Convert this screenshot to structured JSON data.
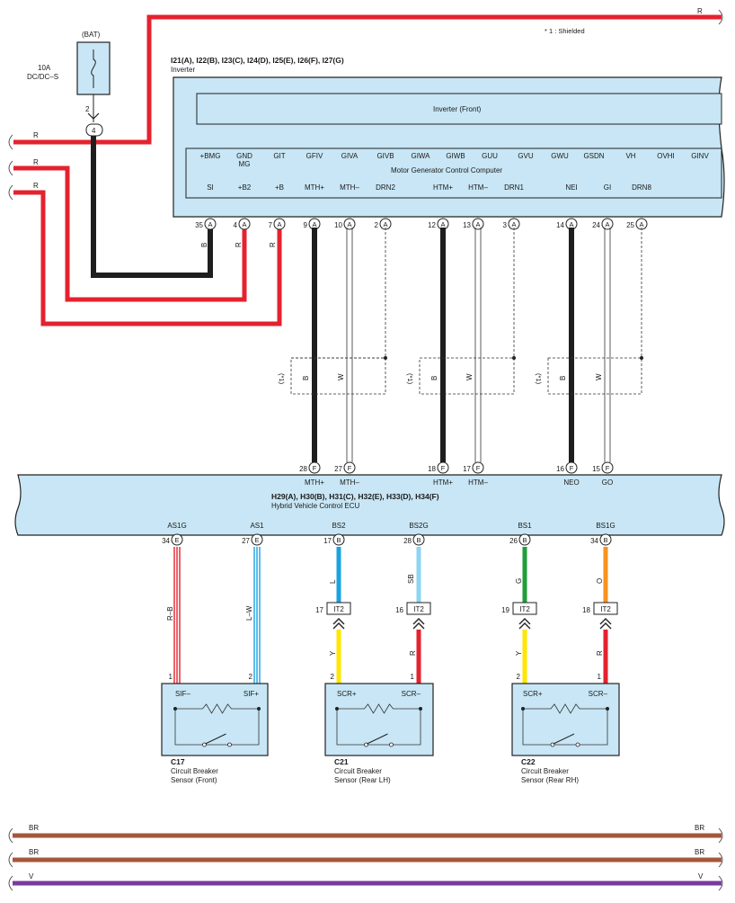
{
  "note": "* 1 : Shielded",
  "colors": {
    "red": "#e4222e",
    "black": "#1e1e1e",
    "blue": "#1aa3e0",
    "skyblue": "#8dd4f2",
    "green": "#1f9e3a",
    "orange": "#f7931e",
    "yellow": "#ffe600",
    "brown": "#a5573a",
    "violet": "#7a3a9e",
    "ecu_fill": "#c8e6f5"
  },
  "fuse": {
    "label": "(BAT)",
    "rating": "10A",
    "name": "DC/DC–S",
    "pin_top": "2",
    "connector": "4"
  },
  "inverter": {
    "connectors": "I21(A), I22(B), I23(C), I24(D), I25(E), I26(F), I27(G)",
    "name": "Inverter",
    "inner_name": "Inverter (Front)",
    "mg_computer": "Motor Generator Control Computer",
    "mg_terms": [
      "+BMG",
      "GND\nMG",
      "GIT",
      "GFIV",
      "GIVA",
      "GIVB",
      "GIWA",
      "GIWB",
      "GUU",
      "GVU",
      "GWU",
      "GSDN",
      "VH",
      "OVHI",
      "GINV"
    ],
    "terms": [
      {
        "name": "SI",
        "pin": "35",
        "conn": "A",
        "wire": "B"
      },
      {
        "name": "+B2",
        "pin": "4",
        "conn": "A",
        "wire": "R"
      },
      {
        "name": "+B",
        "pin": "7",
        "conn": "A",
        "wire": "R"
      },
      {
        "name": "MTH+",
        "pin": "9",
        "conn": "A"
      },
      {
        "name": "MTH–",
        "pin": "10",
        "conn": "A"
      },
      {
        "name": "DRN2",
        "pin": "2",
        "conn": "A"
      },
      {
        "name": "HTM+",
        "pin": "12",
        "conn": "A"
      },
      {
        "name": "HTM–",
        "pin": "13",
        "conn": "A"
      },
      {
        "name": "DRN1",
        "pin": "3",
        "conn": "A"
      },
      {
        "name": "NEI",
        "pin": "14",
        "conn": "A"
      },
      {
        "name": "GI",
        "pin": "24",
        "conn": "A"
      },
      {
        "name": "DRN8",
        "pin": "25",
        "conn": "A"
      }
    ]
  },
  "left_wires": [
    "R",
    "R",
    "R"
  ],
  "top_wire": "R",
  "shield_groups": [
    {
      "tag": "(*1)",
      "b": "B",
      "w": "W"
    },
    {
      "tag": "(*1)",
      "b": "B",
      "w": "W"
    },
    {
      "tag": "(*1)",
      "b": "B",
      "w": "W"
    }
  ],
  "hv_ecu": {
    "connectors": "H29(A), H30(B), H31(C), H32(E), H33(D), H34(F)",
    "name": "Hybrid Vehicle Control ECU",
    "top_terms": [
      {
        "name": "MTH+",
        "pin": "28",
        "conn": "F"
      },
      {
        "name": "MTH–",
        "pin": "27",
        "conn": "F"
      },
      {
        "name": "HTM+",
        "pin": "18",
        "conn": "F"
      },
      {
        "name": "HTM–",
        "pin": "17",
        "conn": "F"
      },
      {
        "name": "NEO",
        "pin": "16",
        "conn": "F"
      },
      {
        "name": "GO",
        "pin": "15",
        "conn": "F"
      }
    ],
    "bottom_terms": [
      {
        "name": "AS1G",
        "pin": "34",
        "conn": "E"
      },
      {
        "name": "AS1",
        "pin": "27",
        "conn": "E"
      },
      {
        "name": "BS2",
        "pin": "17",
        "conn": "B"
      },
      {
        "name": "BS2G",
        "pin": "28",
        "conn": "B"
      },
      {
        "name": "BS1",
        "pin": "26",
        "conn": "B"
      },
      {
        "name": "BS1G",
        "pin": "34",
        "conn": "B"
      }
    ]
  },
  "bottom_wires": {
    "as1g": "R–B",
    "as1": "L–W",
    "bs2": "L",
    "bs2g": "SB",
    "bs1": "G",
    "bs1g": "O",
    "c21_1": "Y",
    "c21_2": "R",
    "c22_1": "Y",
    "c22_2": "R"
  },
  "it2": [
    {
      "pin": "17",
      "label": "IT2"
    },
    {
      "pin": "16",
      "label": "IT2"
    },
    {
      "pin": "19",
      "label": "IT2"
    },
    {
      "pin": "18",
      "label": "IT2"
    }
  ],
  "sensors": [
    {
      "id": "C17",
      "name1": "Circuit Breaker",
      "name2": "Sensor (Front)",
      "t1": "SIF–",
      "t2": "SIF+",
      "p1": "1",
      "p2": "2"
    },
    {
      "id": "C21",
      "name1": "Circuit Breaker",
      "name2": "Sensor (Rear LH)",
      "t1": "SCR+",
      "t2": "SCR–",
      "p1": "2",
      "p2": "1"
    },
    {
      "id": "C22",
      "name1": "Circuit Breaker",
      "name2": "Sensor (Rear RH)",
      "t1": "SCR+",
      "t2": "SCR–",
      "p1": "2",
      "p2": "1"
    }
  ],
  "bus_lines": [
    {
      "label": "BR"
    },
    {
      "label": "BR"
    },
    {
      "label": "V"
    }
  ]
}
